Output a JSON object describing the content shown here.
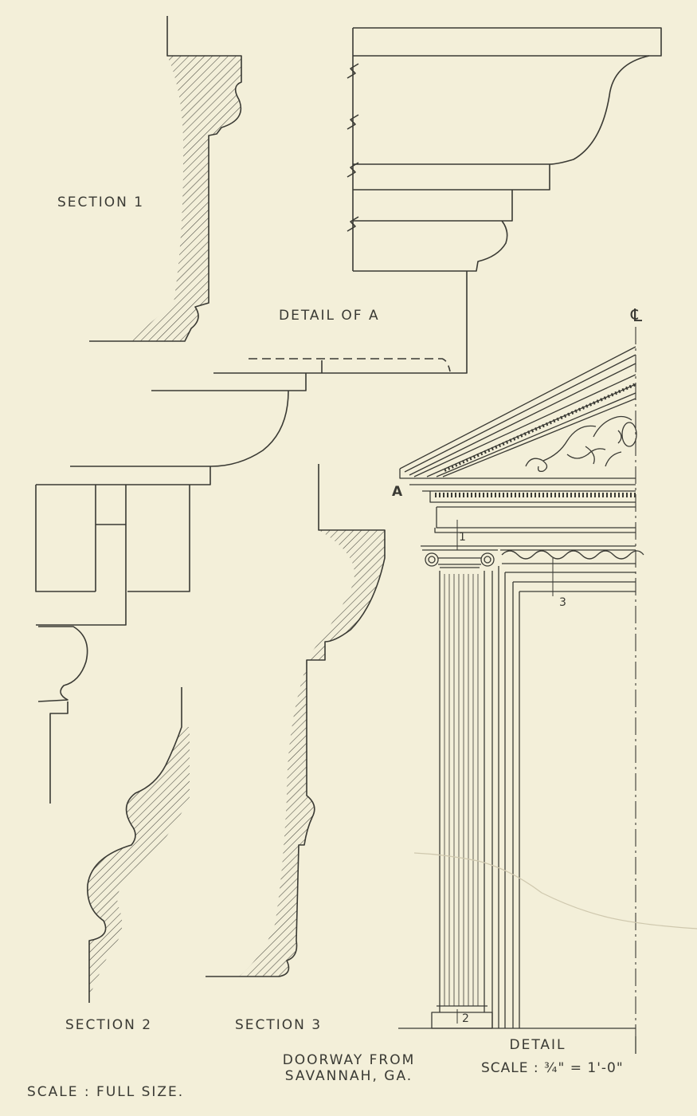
{
  "labels": {
    "section1": "SECTION 1",
    "detail_of_a": "DETAIL OF A",
    "marker_a": "A",
    "centerline": "℄",
    "ref_1": "1",
    "ref_2": "2",
    "ref_3": "3",
    "section2": "SECTION 2",
    "section3": "SECTION 3",
    "doorway_line1": "DOORWAY FROM",
    "doorway_line2": "SAVANNAH, GA.",
    "detail_title": "DETAIL",
    "detail_scale": "SCALE : ¾\" = 1'-0\"",
    "scale_full": "SCALE : FULL SIZE."
  },
  "colors": {
    "paper": "#f3efd9",
    "ink": "#3a3a34",
    "hatch": "#4a4a42"
  }
}
